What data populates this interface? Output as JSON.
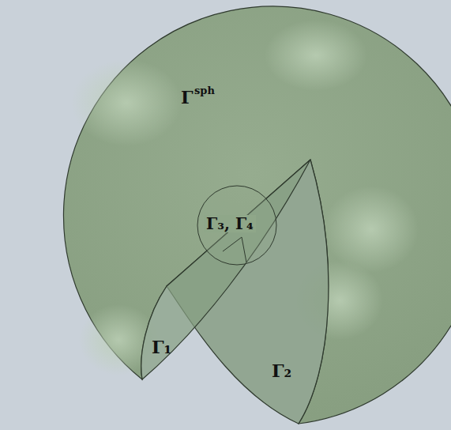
{
  "diagram": {
    "labels": [
      "Γ",
      "sph",
      "Γ₃, Γ₄",
      "Γ₁",
      "Γ₂"
    ]
  }
}
